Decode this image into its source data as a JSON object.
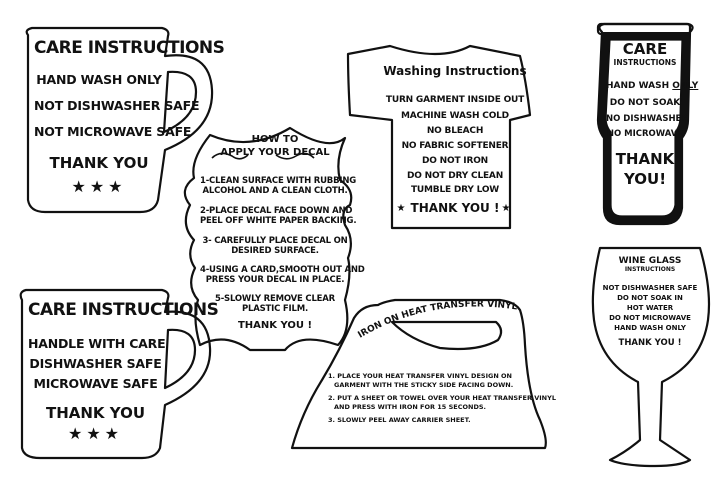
{
  "mug1": {
    "title": "CARE INSTRUCTIONS",
    "lines": [
      "HAND WASH ONLY",
      "NOT DISHWASHER SAFE",
      "NOT MICROWAVE SAFE"
    ],
    "thanks": "THANK YOU",
    "stars": "★★★"
  },
  "decal": {
    "title_line1": "HOW TO",
    "title_line2": "APPLY YOUR DECAL",
    "steps": [
      [
        "1-CLEAN SURFACE WITH RUBBING",
        "ALCOHOL AND A CLEAN CLOTH."
      ],
      [
        "2-PLACE DECAL FACE DOWN AND",
        "PEEL OFF WHITE PAPER BACKING."
      ],
      [
        "3- CAREFULLY PLACE DECAL ON",
        "DESIRED SURFACE."
      ],
      [
        "4-USING A CARD,SMOOTH OUT AND",
        "PRESS YOUR DECAL IN PLACE."
      ],
      [
        "5-SLOWLY REMOVE CLEAR",
        "PLASTIC FILM."
      ]
    ],
    "thanks": "THANK YOU !"
  },
  "shirt": {
    "title": "Washing Instructions",
    "lines": [
      "TURN GARMENT INSIDE OUT",
      "MACHINE WASH COLD",
      "NO BLEACH",
      "NO FABRIC SOFTENER",
      "DO NOT IRON",
      "DO NOT DRY CLEAN",
      "TUMBLE DRY LOW"
    ],
    "thanks": "THANK YOU !",
    "star": "★"
  },
  "tumbler": {
    "title": "CARE",
    "subtitle": "INSTRUCTIONS",
    "line_prefix": "HAND WASH ",
    "line_underlined": "ONLY",
    "lines": [
      "DO NOT SOAK",
      "NO DISHWASHER",
      "NO MICROWAVE"
    ],
    "thanks1": "THANK",
    "thanks2": "YOU!"
  },
  "mug2": {
    "title": "CARE INSTRUCTIONS",
    "lines": [
      "HANDLE WITH CARE",
      "DISHWASHER SAFE",
      "MICROWAVE SAFE"
    ],
    "thanks": "THANK YOU",
    "stars": "★★★"
  },
  "iron": {
    "title": "IRON ON HEAT TRANSFER VINYL",
    "steps": [
      [
        "1. PLACE YOUR HEAT TRANSFER VINYL DESIGN ON",
        "GARMENT WITH THE STICKY SIDE FACING DOWN."
      ],
      [
        "2. PUT A SHEET OR TOWEL OVER YOUR HEAT TRANSFER VINYL",
        "AND PRESS WITH IRON FOR 15 SECONDS."
      ],
      [
        "3. SLOWLY PEEL AWAY CARRIER SHEET."
      ]
    ]
  },
  "wine": {
    "title": "WINE GLASS",
    "subtitle": "INSTRUCTIONS",
    "lines": [
      "NOT DISHWASHER SAFE",
      "DO NOT SOAK IN",
      "HOT WATER",
      "DO NOT MICROWAVE",
      "HAND WASH ONLY"
    ],
    "thanks": "THANK YOU !"
  }
}
